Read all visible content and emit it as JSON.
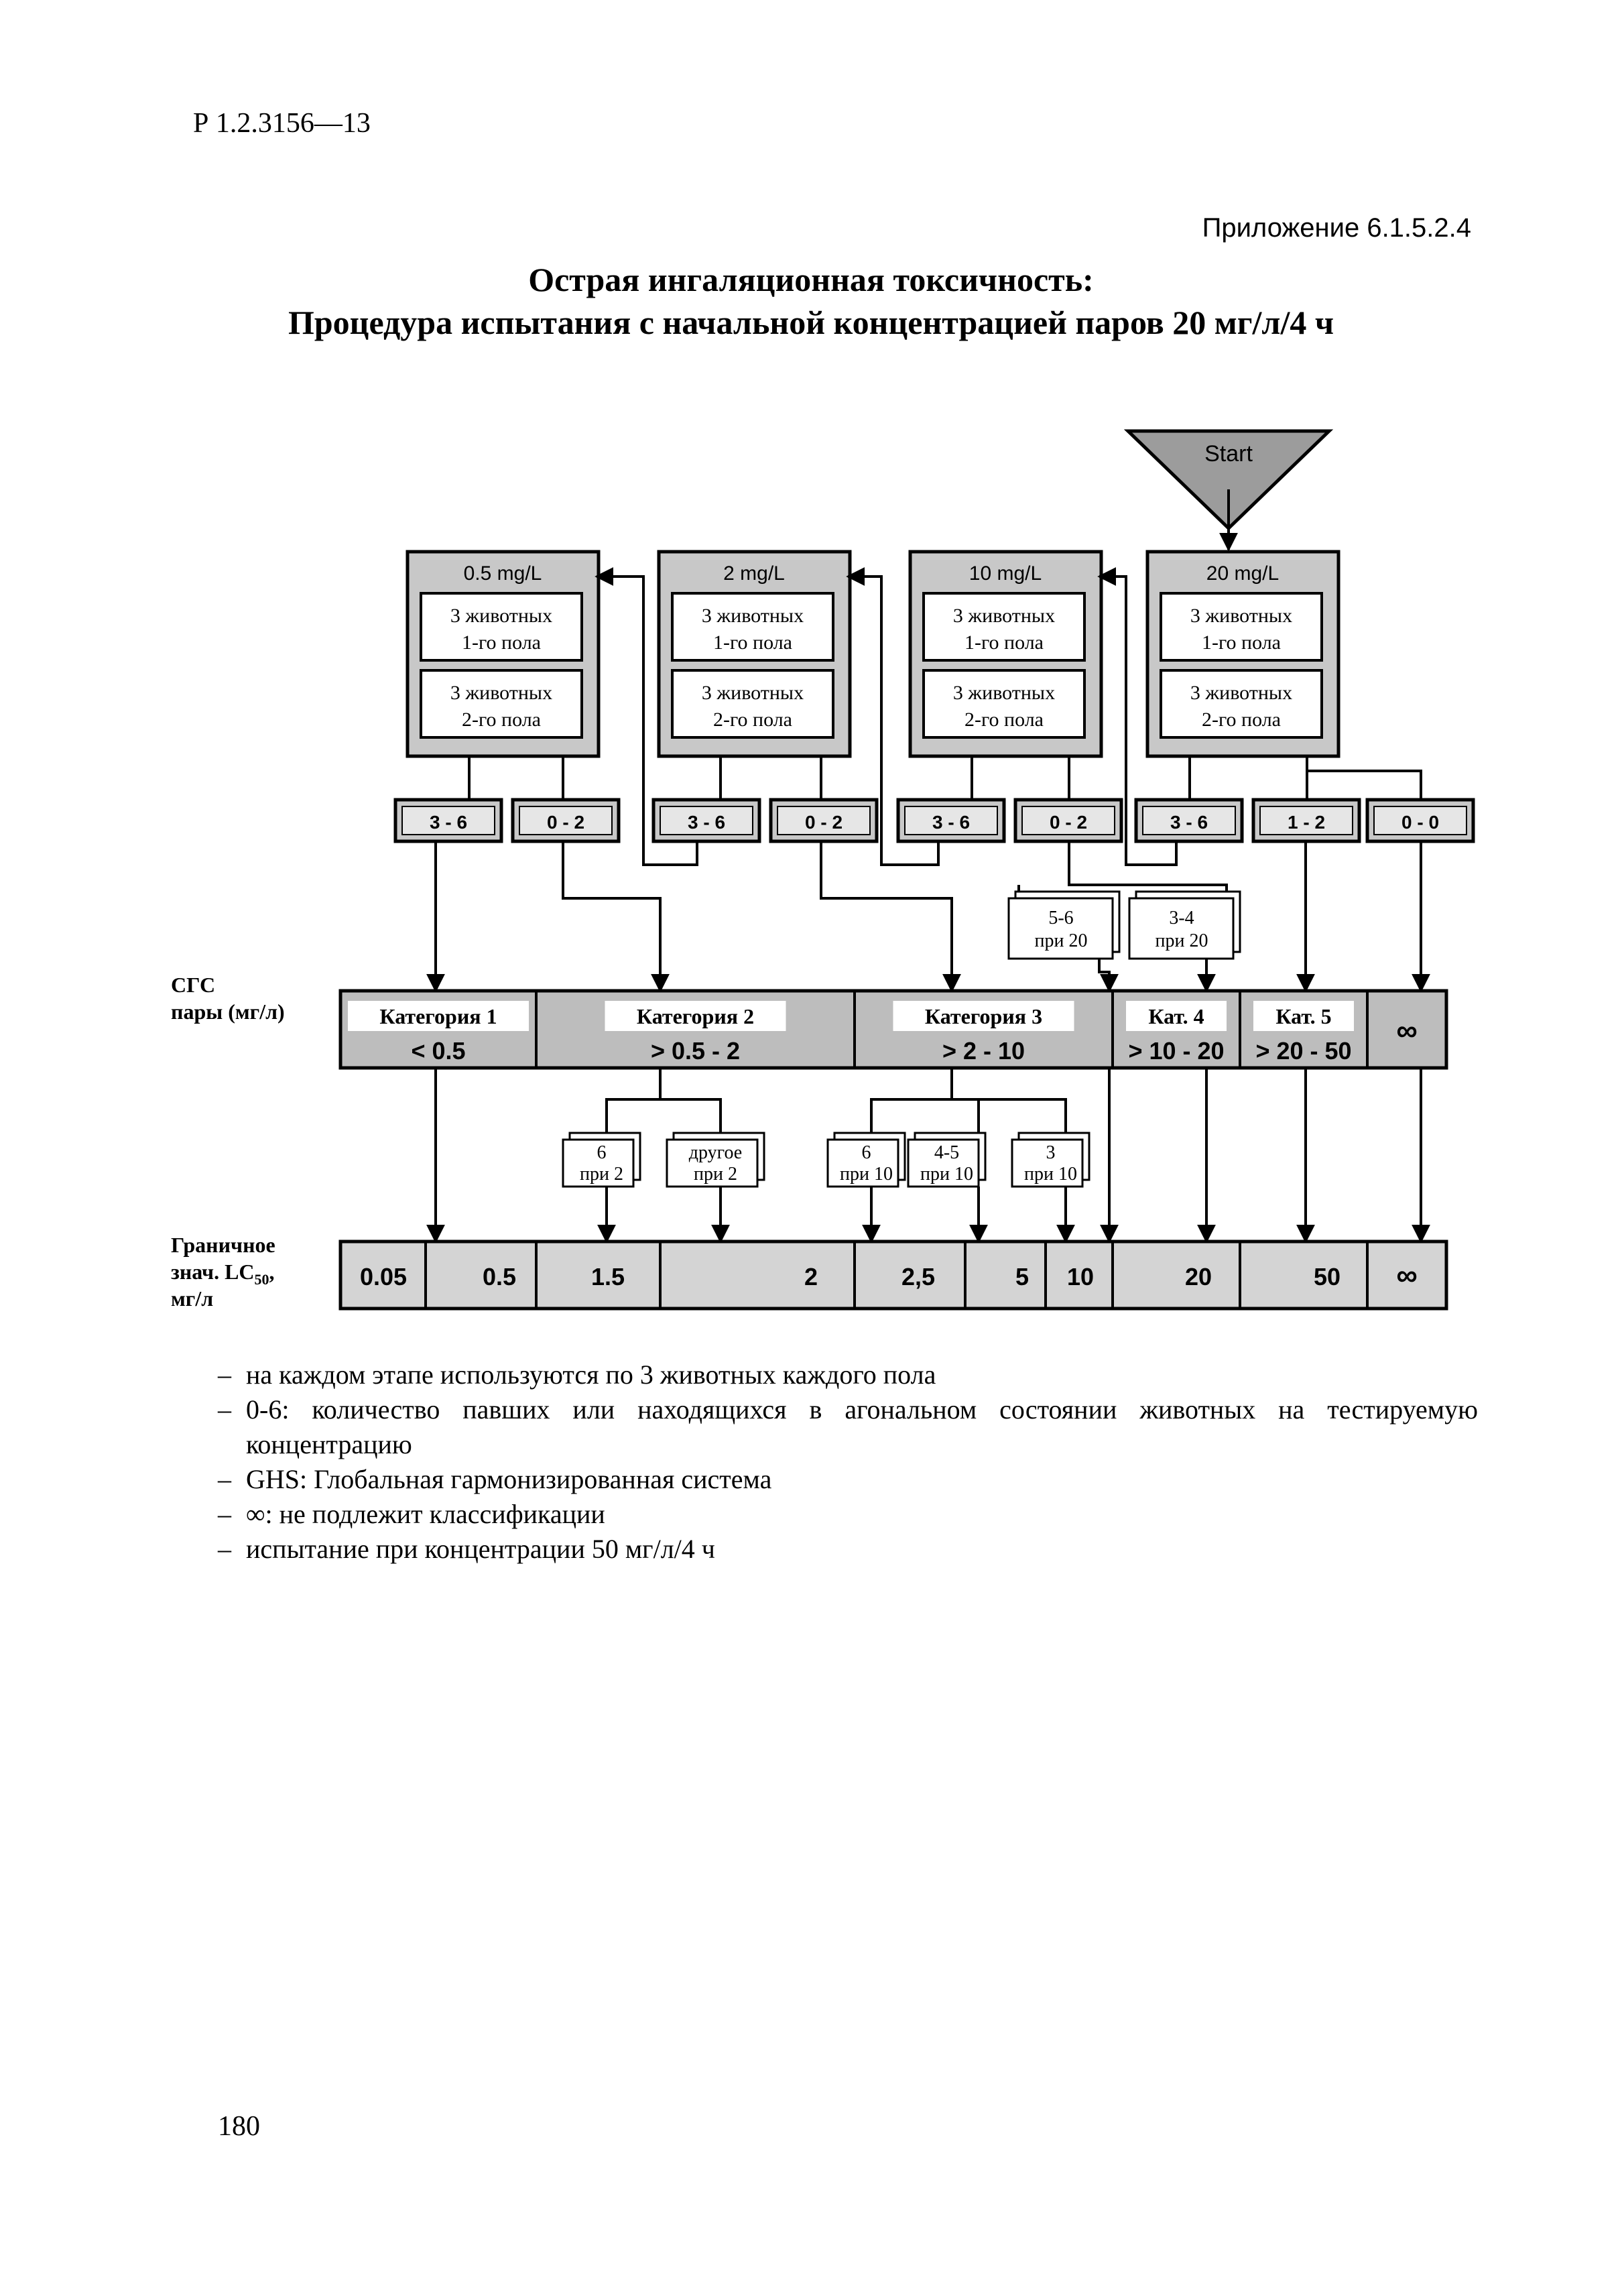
{
  "header": {
    "doc_code": "Р 1.2.3156—13",
    "appendix": "Приложение 6.1.5.2.4",
    "title_line1": "Острая ингаляционная токсичность:",
    "title_line2": "Процедура испытания с начальной концентрацией паров 20 мг/л/4 ч"
  },
  "diagram": {
    "start": "Start",
    "animals_sex1": [
      "3 животных",
      "1-го пола"
    ],
    "animals_sex2": [
      "3 животных",
      "2-го пола"
    ],
    "steps": [
      "0.5 mg/L",
      "2  mg/L",
      "10 mg/L",
      "20 mg/L"
    ],
    "outcomes": [
      "3 - 6",
      "0 - 2",
      "3 - 6",
      "0 - 2",
      "3 - 6",
      "0 - 2",
      "3 - 6",
      "1 - 2",
      "0 - 0"
    ],
    "test50_outcomes": [
      [
        "5-6",
        "при 20"
      ],
      [
        "3-4",
        "при 20"
      ]
    ],
    "ghs_label": [
      "СГС",
      "пары (мг/л)"
    ],
    "categories": [
      {
        "name": "Категория 1",
        "range": "< 0.5"
      },
      {
        "name": "Категория 2",
        "range": "> 0.5 - 2"
      },
      {
        "name": "Категория 3",
        "range": "> 2 - 10"
      },
      {
        "name": "Кат. 4",
        "range": "> 10 - 20"
      },
      {
        "name": "Кат. 5",
        "range": "> 20 - 50"
      },
      {
        "name": "",
        "range": "∞"
      }
    ],
    "sub_outcomes": [
      [
        "6",
        "при 2"
      ],
      [
        "другое",
        "при 2"
      ],
      [
        "6",
        "при 10"
      ],
      [
        "4-5",
        "при 10"
      ],
      [
        "3",
        "при 10"
      ]
    ],
    "cutoff_label": [
      "Граничное",
      "знач. LC",
      "50",
      ",",
      "мг/л"
    ],
    "cutoffs": [
      "0.05",
      "0.5",
      "1.5",
      "2",
      "2,5",
      "5",
      "10",
      "20",
      "50",
      "∞"
    ]
  },
  "notes": [
    "на каждом этапе используются по 3 животных каждого пола",
    "0-6: количество павших или находящихся в агональном состоянии животных на тестируемую концентрацию",
    "GHS: Глобальная гармонизированная система",
    "∞: не подлежит классификации",
    "испытание при концентрации 50 мг/л/4 ч"
  ],
  "page_number": "180",
  "colors": {
    "box_fill": "#c8c8c8",
    "band_fill": "#bdbdbd",
    "line": "#000000"
  }
}
